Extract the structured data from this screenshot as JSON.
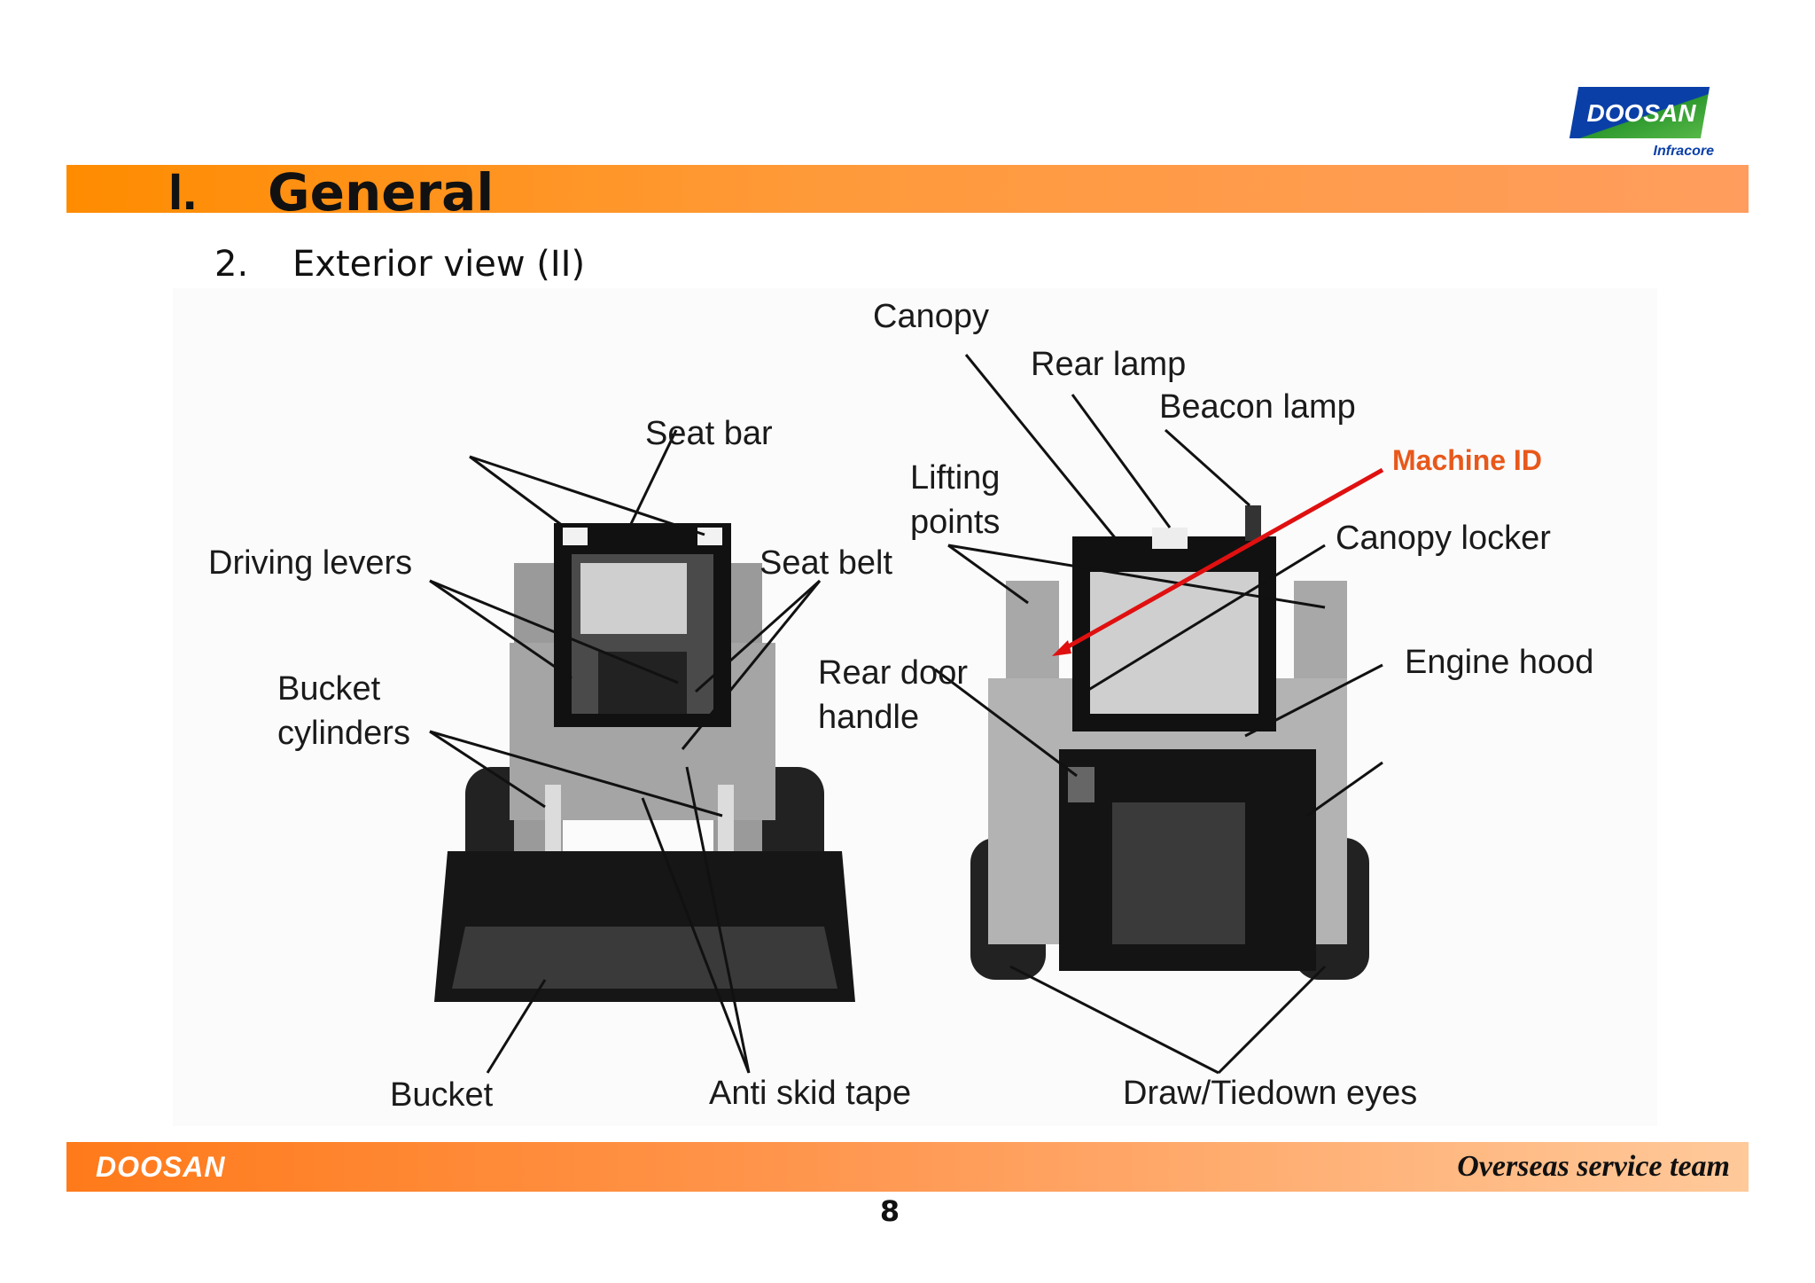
{
  "logo": {
    "brand": "DOOSAN",
    "subbrand": "Infracore"
  },
  "header": {
    "section_number": "I.",
    "section_title": "General"
  },
  "subsection": {
    "number": "2.",
    "title": "Exterior view (II)"
  },
  "figure_labels": {
    "canopy": "Canopy",
    "rear_lamp": "Rear lamp",
    "beacon_lamp": "Beacon lamp",
    "machine_id": "Machine ID",
    "seat_bar": "Seat bar",
    "lifting_points_1": "Lifting",
    "lifting_points_2": "points",
    "canopy_locker": "Canopy locker",
    "driving_levers": "Driving levers",
    "seat_belt": "Seat belt",
    "engine_hood": "Engine hood",
    "rear_door_handle_1": "Rear door",
    "rear_door_handle_2": "handle",
    "bucket_cylinders_1": "Bucket",
    "bucket_cylinders_2": "cylinders",
    "bucket": "Bucket",
    "anti_skid_tape": "Anti skid tape",
    "draw_tiedown_eyes": "Draw/Tiedown eyes"
  },
  "footer": {
    "brand": "DOOSAN",
    "team": "Overseas service team",
    "page": "8"
  },
  "colors": {
    "accent": "#ff8c00",
    "callout_red": "#e8581b",
    "arrow_red": "#e01010"
  }
}
